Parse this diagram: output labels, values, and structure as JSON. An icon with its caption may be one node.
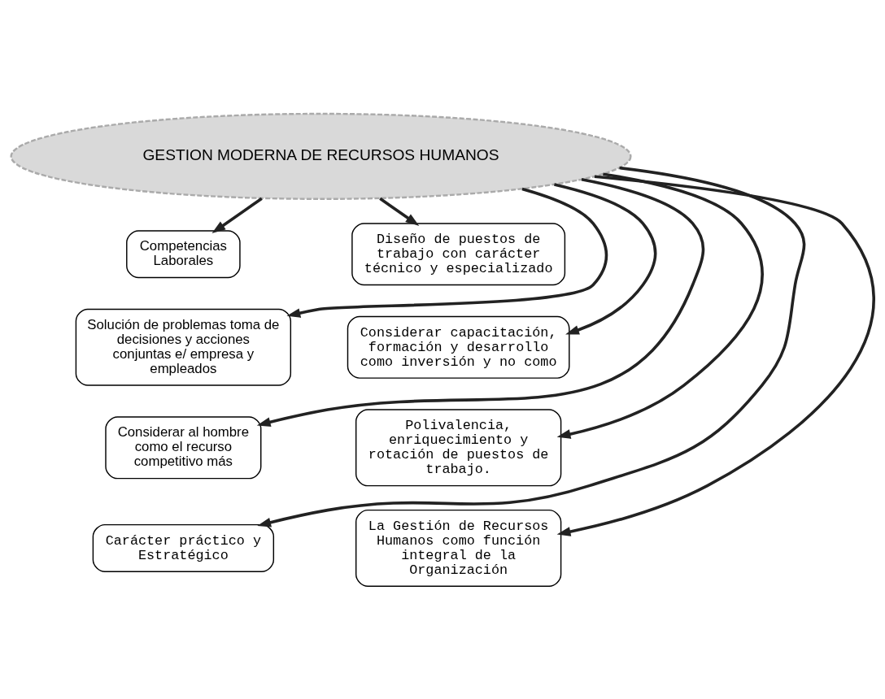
{
  "diagram": {
    "nodes": [
      {
        "text": [
          "GESTION MODERNA DE RECURSOS HUMANOS"
        ]
      },
      {
        "text": [
          "Competencias Laborales"
        ]
      },
      {
        "text": [
          "Diseño de puestos de trabajo con carácter técnico y especializado"
        ]
      },
      {
        "text": [
          "Solución de problemas toma de decisiones y acciones conjuntas e/ empresa y empleados"
        ]
      },
      {
        "text": [
          "Considerar capacitación, formación y desarrollo como inversión y no como"
        ]
      },
      {
        "text": [
          "Considerar al hombre como el recurso competitivo más"
        ]
      },
      {
        "text": [
          "Polivalencia, enriquecimiento y rotación de puestos de trabajo."
        ]
      },
      {
        "text": [
          "Carácter práctico y Estratégico"
        ]
      },
      {
        "text": [
          "La Gestión de Recursos Humanos como función integral de la Organización"
        ]
      }
    ],
    "edges": [
      {
        "from": 0,
        "to": 1,
        "arrow": "to"
      },
      {
        "from": 0,
        "to": 2,
        "arrow": "to"
      },
      {
        "from": 0,
        "to": 3,
        "arrow": "to"
      },
      {
        "from": 0,
        "to": 4,
        "arrow": "to"
      },
      {
        "from": 0,
        "to": 5,
        "arrow": "to"
      },
      {
        "from": 0,
        "to": 6,
        "arrow": "to"
      },
      {
        "from": 0,
        "to": 7,
        "arrow": "to"
      },
      {
        "from": 0,
        "to": 8,
        "arrow": "to"
      }
    ]
  }
}
